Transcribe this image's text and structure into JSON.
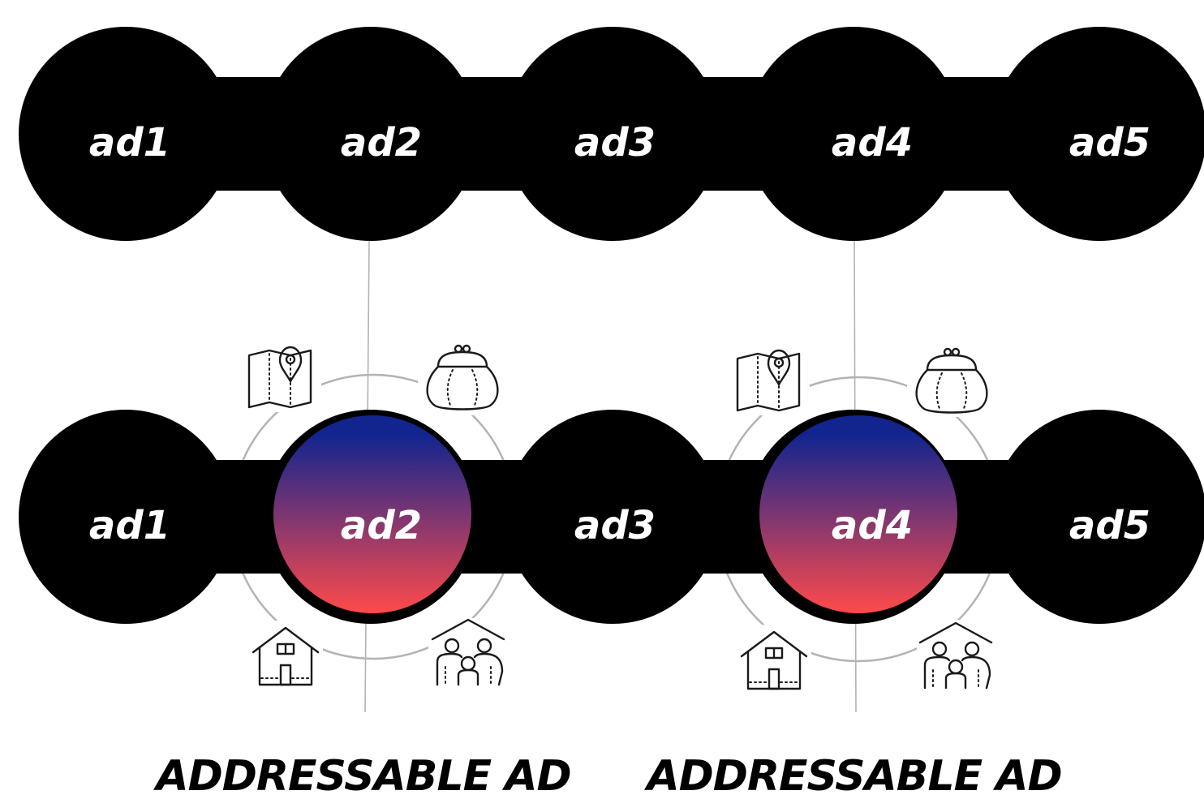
{
  "top_row": {
    "labels": [
      "ad1",
      "ad2",
      "ad3",
      "ad4",
      "ad5"
    ]
  },
  "bottom_row": {
    "labels": [
      "ad1",
      "ad2",
      "ad3",
      "ad4",
      "ad5"
    ],
    "highlighted": [
      "ad2",
      "ad4"
    ]
  },
  "targeting_icons": [
    "map-pin-icon",
    "coin-purse-icon",
    "house-icon",
    "family-icon"
  ],
  "captions": [
    "ADDRESSABLE AD",
    "ADDRESSABLE AD"
  ],
  "colors": {
    "chain": "#000000",
    "gradient_top": "#12258f",
    "gradient_bottom": "#ff4a4a",
    "connector": "#b3b3b3"
  }
}
